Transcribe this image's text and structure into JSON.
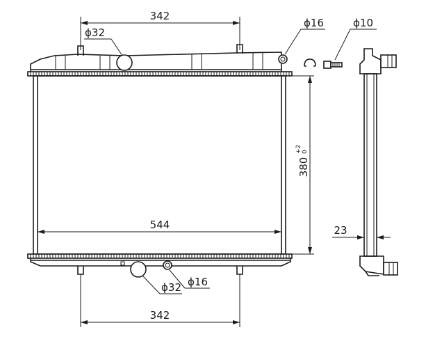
{
  "dimensions": {
    "top_pipe_spacing": "342",
    "bottom_pipe_spacing": "342",
    "core_width": "544",
    "core_height": "380",
    "core_height_tol_upper": "+2",
    "core_height_tol_lower": "0",
    "core_thickness": "23"
  },
  "pipes": {
    "top_inlet": "ϕ32",
    "top_vent": "ϕ16",
    "bottom_outlet": "ϕ32",
    "bottom_port": "ϕ16",
    "bleed_screw": "ϕ10"
  }
}
